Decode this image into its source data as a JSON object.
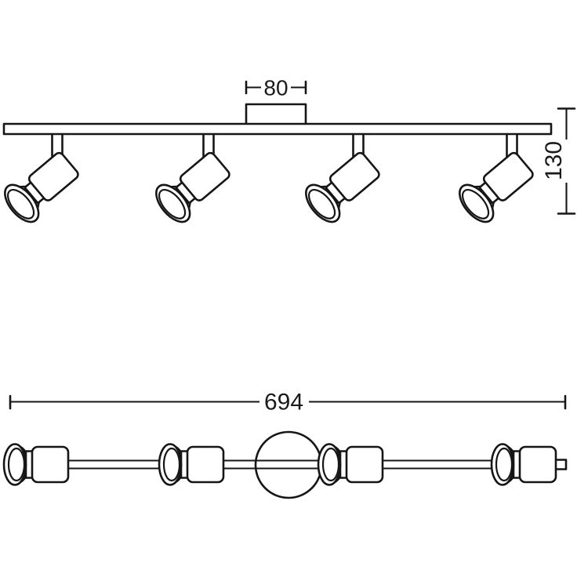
{
  "page": {
    "background": "#ffffff",
    "line_color": "#161616"
  },
  "drawing": {
    "front_view": {
      "mount_width_label": "80",
      "height_label": "130"
    },
    "side_view": {
      "length_label": "694"
    }
  }
}
